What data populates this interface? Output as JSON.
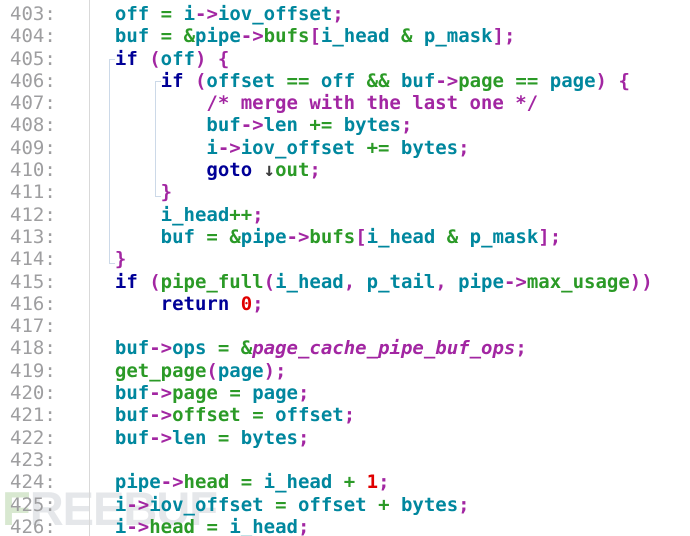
{
  "editor": {
    "watermark": "FREEBUF",
    "colors": {
      "keyword": "#000097",
      "ident": "#00879e",
      "operator": "#2b9a27",
      "punct": "#a226a2",
      "comment": "#a226a2",
      "function": "#2b9a27",
      "number": "#e00000",
      "boldItalic": "#a226a2",
      "lineNumber": "#9e9ea0",
      "guide": "#ccd9e8",
      "separator": "#d9d9d9",
      "arrow": "#3d3d3d",
      "watermarkAccent": "#d8e8d0",
      "watermark": "#e5e7ea"
    },
    "guides": [
      {
        "from": 405,
        "to": 414,
        "indent": 2
      },
      {
        "from": 406,
        "to": 411,
        "indent": 6
      }
    ],
    "lines": [
      {
        "num": "403:",
        "indent": 2,
        "tokens": [
          [
            "id",
            "off"
          ],
          [
            "sp",
            " "
          ],
          [
            "op",
            "="
          ],
          [
            "sp",
            " "
          ],
          [
            "id",
            "i"
          ],
          [
            "p",
            "->"
          ],
          [
            "id",
            "iov_offset"
          ],
          [
            "p",
            ";"
          ]
        ]
      },
      {
        "num": "404:",
        "indent": 2,
        "tokens": [
          [
            "id",
            "buf"
          ],
          [
            "sp",
            " "
          ],
          [
            "op",
            "="
          ],
          [
            "sp",
            " "
          ],
          [
            "op",
            "&"
          ],
          [
            "id",
            "pipe"
          ],
          [
            "p",
            "->"
          ],
          [
            "op",
            "bufs"
          ],
          [
            "p",
            "["
          ],
          [
            "id",
            "i_head"
          ],
          [
            "sp",
            " "
          ],
          [
            "op",
            "&"
          ],
          [
            "sp",
            " "
          ],
          [
            "id",
            "p_mask"
          ],
          [
            "p",
            "];"
          ]
        ]
      },
      {
        "num": "405:",
        "indent": 2,
        "tokens": [
          [
            "k",
            "if"
          ],
          [
            "sp",
            " "
          ],
          [
            "p",
            "("
          ],
          [
            "id",
            "off"
          ],
          [
            "p",
            ")"
          ],
          [
            "sp",
            " "
          ],
          [
            "p",
            "{"
          ]
        ]
      },
      {
        "num": "406:",
        "indent": 6,
        "tokens": [
          [
            "k",
            "if"
          ],
          [
            "sp",
            " "
          ],
          [
            "p",
            "("
          ],
          [
            "id",
            "offset"
          ],
          [
            "sp",
            " "
          ],
          [
            "op",
            "=="
          ],
          [
            "sp",
            " "
          ],
          [
            "id",
            "off"
          ],
          [
            "sp",
            " "
          ],
          [
            "op",
            "&&"
          ],
          [
            "sp",
            " "
          ],
          [
            "id",
            "buf"
          ],
          [
            "p",
            "->"
          ],
          [
            "op",
            "page"
          ],
          [
            "sp",
            " "
          ],
          [
            "op",
            "=="
          ],
          [
            "sp",
            " "
          ],
          [
            "id",
            "page"
          ],
          [
            "p",
            ")"
          ],
          [
            "sp",
            " "
          ],
          [
            "p",
            "{"
          ]
        ]
      },
      {
        "num": "407:",
        "indent": 10,
        "tokens": [
          [
            "c",
            "/* merge with the last one */"
          ]
        ]
      },
      {
        "num": "408:",
        "indent": 10,
        "tokens": [
          [
            "id",
            "buf"
          ],
          [
            "p",
            "->"
          ],
          [
            "id",
            "len"
          ],
          [
            "sp",
            " "
          ],
          [
            "op",
            "+="
          ],
          [
            "sp",
            " "
          ],
          [
            "id",
            "bytes"
          ],
          [
            "p",
            ";"
          ]
        ]
      },
      {
        "num": "409:",
        "indent": 10,
        "tokens": [
          [
            "id",
            "i"
          ],
          [
            "p",
            "->"
          ],
          [
            "id",
            "iov_offset"
          ],
          [
            "sp",
            " "
          ],
          [
            "op",
            "+="
          ],
          [
            "sp",
            " "
          ],
          [
            "id",
            "bytes"
          ],
          [
            "p",
            ";"
          ]
        ]
      },
      {
        "num": "410:",
        "indent": 10,
        "tokens": [
          [
            "k",
            "goto"
          ],
          [
            "sp",
            " "
          ],
          [
            "ar",
            "↓"
          ],
          [
            "op",
            "out"
          ],
          [
            "p",
            ";"
          ]
        ]
      },
      {
        "num": "411:",
        "indent": 6,
        "tokens": [
          [
            "p",
            "}"
          ]
        ]
      },
      {
        "num": "412:",
        "indent": 6,
        "tokens": [
          [
            "id",
            "i_head"
          ],
          [
            "op",
            "++"
          ],
          [
            "p",
            ";"
          ]
        ]
      },
      {
        "num": "413:",
        "indent": 6,
        "tokens": [
          [
            "id",
            "buf"
          ],
          [
            "sp",
            " "
          ],
          [
            "op",
            "="
          ],
          [
            "sp",
            " "
          ],
          [
            "op",
            "&"
          ],
          [
            "id",
            "pipe"
          ],
          [
            "p",
            "->"
          ],
          [
            "op",
            "bufs"
          ],
          [
            "p",
            "["
          ],
          [
            "id",
            "i_head"
          ],
          [
            "sp",
            " "
          ],
          [
            "op",
            "&"
          ],
          [
            "sp",
            " "
          ],
          [
            "id",
            "p_mask"
          ],
          [
            "p",
            "];"
          ]
        ]
      },
      {
        "num": "414:",
        "indent": 2,
        "tokens": [
          [
            "p",
            "}"
          ]
        ]
      },
      {
        "num": "415:",
        "indent": 2,
        "tokens": [
          [
            "k",
            "if"
          ],
          [
            "sp",
            " "
          ],
          [
            "p",
            "("
          ],
          [
            "fn",
            "pipe_full"
          ],
          [
            "p",
            "("
          ],
          [
            "id",
            "i_head"
          ],
          [
            "p",
            ","
          ],
          [
            "sp",
            " "
          ],
          [
            "id",
            "p_tail"
          ],
          [
            "p",
            ","
          ],
          [
            "sp",
            " "
          ],
          [
            "id",
            "pipe"
          ],
          [
            "p",
            "->"
          ],
          [
            "op",
            "max_usage"
          ],
          [
            "p",
            "))"
          ]
        ]
      },
      {
        "num": "416:",
        "indent": 6,
        "tokens": [
          [
            "k",
            "return"
          ],
          [
            "sp",
            " "
          ],
          [
            "num",
            "0"
          ],
          [
            "p",
            ";"
          ]
        ]
      },
      {
        "num": "417:",
        "indent": 0,
        "tokens": []
      },
      {
        "num": "418:",
        "indent": 2,
        "tokens": [
          [
            "id",
            "buf"
          ],
          [
            "p",
            "->"
          ],
          [
            "id",
            "ops"
          ],
          [
            "sp",
            " "
          ],
          [
            "op",
            "="
          ],
          [
            "sp",
            " "
          ],
          [
            "op",
            "&"
          ],
          [
            "bi",
            "page_cache_pipe_buf_ops"
          ],
          [
            "p",
            ";"
          ]
        ]
      },
      {
        "num": "419:",
        "indent": 2,
        "tokens": [
          [
            "fn",
            "get_page"
          ],
          [
            "p",
            "("
          ],
          [
            "id",
            "page"
          ],
          [
            "p",
            ");"
          ]
        ]
      },
      {
        "num": "420:",
        "indent": 2,
        "tokens": [
          [
            "id",
            "buf"
          ],
          [
            "p",
            "->"
          ],
          [
            "op",
            "page"
          ],
          [
            "sp",
            " "
          ],
          [
            "op",
            "="
          ],
          [
            "sp",
            " "
          ],
          [
            "id",
            "page"
          ],
          [
            "p",
            ";"
          ]
        ]
      },
      {
        "num": "421:",
        "indent": 2,
        "tokens": [
          [
            "id",
            "buf"
          ],
          [
            "p",
            "->"
          ],
          [
            "op",
            "offset"
          ],
          [
            "sp",
            " "
          ],
          [
            "op",
            "="
          ],
          [
            "sp",
            " "
          ],
          [
            "id",
            "offset"
          ],
          [
            "p",
            ";"
          ]
        ]
      },
      {
        "num": "422:",
        "indent": 2,
        "tokens": [
          [
            "id",
            "buf"
          ],
          [
            "p",
            "->"
          ],
          [
            "id",
            "len"
          ],
          [
            "sp",
            " "
          ],
          [
            "op",
            "="
          ],
          [
            "sp",
            " "
          ],
          [
            "id",
            "bytes"
          ],
          [
            "p",
            ";"
          ]
        ]
      },
      {
        "num": "423:",
        "indent": 0,
        "tokens": []
      },
      {
        "num": "424:",
        "indent": 2,
        "tokens": [
          [
            "id",
            "pipe"
          ],
          [
            "p",
            "->"
          ],
          [
            "op",
            "head"
          ],
          [
            "sp",
            " "
          ],
          [
            "op",
            "="
          ],
          [
            "sp",
            " "
          ],
          [
            "id",
            "i_head"
          ],
          [
            "sp",
            " "
          ],
          [
            "op",
            "+"
          ],
          [
            "sp",
            " "
          ],
          [
            "num",
            "1"
          ],
          [
            "p",
            ";"
          ]
        ]
      },
      {
        "num": "425:",
        "indent": 2,
        "tokens": [
          [
            "id",
            "i"
          ],
          [
            "p",
            "->"
          ],
          [
            "id",
            "iov_offset"
          ],
          [
            "sp",
            " "
          ],
          [
            "op",
            "="
          ],
          [
            "sp",
            " "
          ],
          [
            "id",
            "offset"
          ],
          [
            "sp",
            " "
          ],
          [
            "op",
            "+"
          ],
          [
            "sp",
            " "
          ],
          [
            "id",
            "bytes"
          ],
          [
            "p",
            ";"
          ]
        ]
      },
      {
        "num": "426:",
        "indent": 2,
        "tokens": [
          [
            "id",
            "i"
          ],
          [
            "p",
            "->"
          ],
          [
            "op",
            "head"
          ],
          [
            "sp",
            " "
          ],
          [
            "op",
            "="
          ],
          [
            "sp",
            " "
          ],
          [
            "id",
            "i_head"
          ],
          [
            "p",
            ";"
          ]
        ]
      }
    ]
  }
}
